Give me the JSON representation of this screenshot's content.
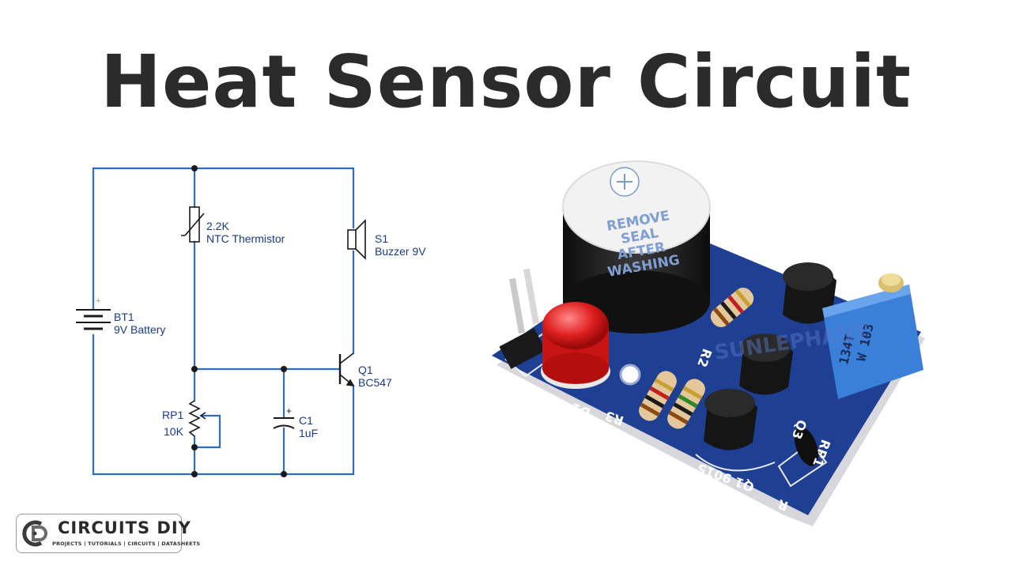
{
  "title": "Heat Sensor Circuit",
  "schematic": {
    "thermistor": {
      "value": "2.2K",
      "name": "NTC Thermistor"
    },
    "buzzer": {
      "ref": "S1",
      "name": "Buzzer 9V"
    },
    "battery": {
      "ref": "BT1",
      "name": "9V Battery",
      "plus": "+"
    },
    "transistor": {
      "ref": "Q1",
      "name": "BC547"
    },
    "potentiometer": {
      "ref": "RP1",
      "value": "10K"
    },
    "capacitor": {
      "ref": "C1",
      "value": "1uF",
      "plus": "+"
    }
  },
  "board": {
    "buzzer_label": [
      "REMOVE",
      "SEAL",
      "AFTER",
      "WASHING"
    ],
    "buzzer_plus": "+",
    "pot_marking": [
      "134T",
      "W 103"
    ],
    "silk": {
      "d1": "D1",
      "r3": "R3",
      "r2": "R2",
      "q3": "Q3",
      "rp1": "RP1",
      "q1": "Q1 9015",
      "r": "R",
      "plus": "+"
    },
    "watermark": "SUNLEPHANT"
  },
  "logo": {
    "name": "CIRCUITS DIY",
    "tagline": "PROJECTS | TUTORIALS | CIRCUITS | DATASHEETS"
  },
  "colors": {
    "wire": "#2e6ec2",
    "title": "#2b2b2b",
    "label": "#1a3a8a",
    "pcb": "#1f3f93"
  }
}
